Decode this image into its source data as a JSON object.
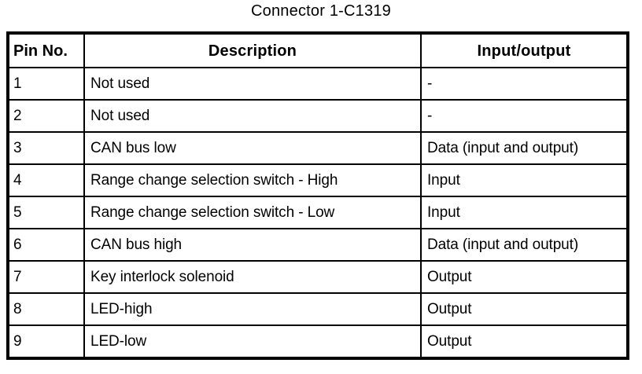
{
  "figure": {
    "title": "Connector 1-C1319"
  },
  "table": {
    "columns": [
      {
        "key": "pin",
        "label": "Pin No."
      },
      {
        "key": "description",
        "label": "Description"
      },
      {
        "key": "io",
        "label": "Input/output"
      }
    ],
    "rows": [
      {
        "pin": "1",
        "description": "Not used",
        "io": "-"
      },
      {
        "pin": "2",
        "description": "Not used",
        "io": "-"
      },
      {
        "pin": "3",
        "description": "CAN bus low",
        "io": "Data (input and output)"
      },
      {
        "pin": "4",
        "description": "Range change selection switch - High",
        "io": "Input"
      },
      {
        "pin": "5",
        "description": "Range change selection switch - Low",
        "io": "Input"
      },
      {
        "pin": "6",
        "description": "CAN bus high",
        "io": "Data (input and output)"
      },
      {
        "pin": "7",
        "description": "Key interlock solenoid",
        "io": "Output"
      },
      {
        "pin": "8",
        "description": "LED-high",
        "io": "Output"
      },
      {
        "pin": "9",
        "description": "LED-low",
        "io": "Output"
      }
    ]
  },
  "style": {
    "text_color": "#000000",
    "background_color": "#ffffff",
    "border_color": "#000000"
  }
}
